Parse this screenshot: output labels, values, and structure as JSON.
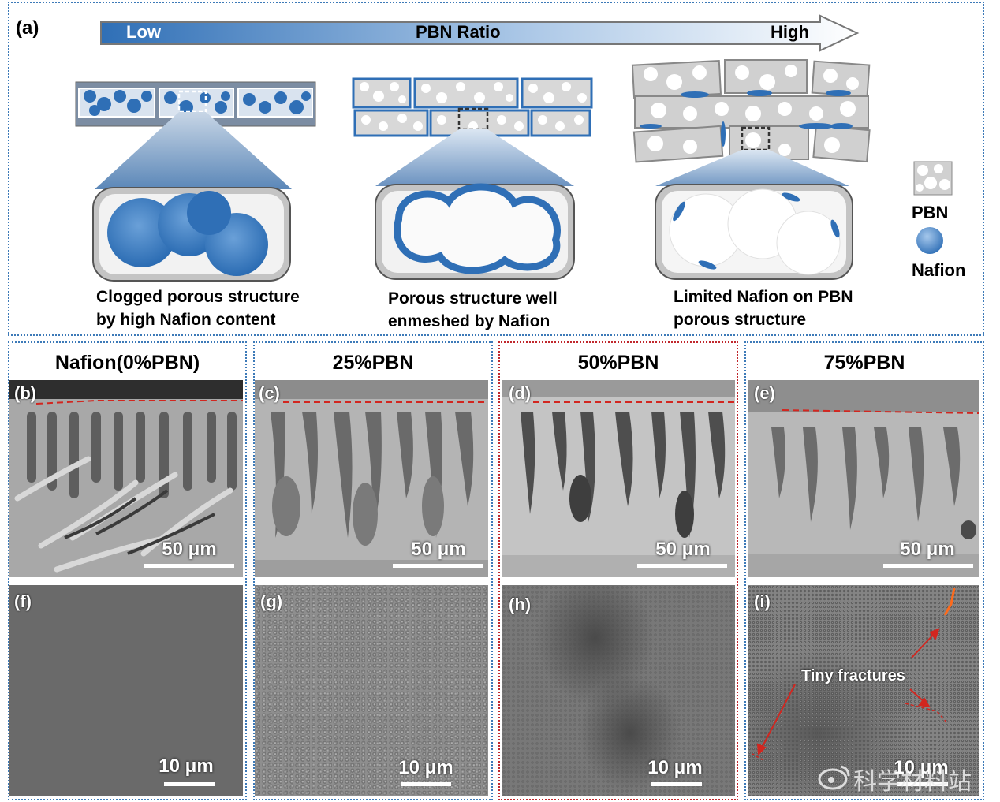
{
  "panel_labels": {
    "a": "(a)",
    "b": "(b)",
    "c": "(c)",
    "d": "(d)",
    "e": "(e)",
    "f": "(f)",
    "g": "(g)",
    "h": "(h)",
    "i": "(i)"
  },
  "ratio_arrow": {
    "low": "Low",
    "middle": "PBN Ratio",
    "high": "High"
  },
  "schematics": [
    {
      "caption_line1": "Clogged porous structure",
      "caption_line2": "by high Nafion content"
    },
    {
      "caption_line1": "Porous structure well",
      "caption_line2": "enmeshed by Nafion"
    },
    {
      "caption_line1": "Limited Nafion on PBN",
      "caption_line2": "porous structure"
    }
  ],
  "legend": {
    "pbn": "PBN",
    "nafion": "Nafion"
  },
  "legend_colors": {
    "nafion": "#2f6fb6",
    "pbn_fill": "#d0d0d0"
  },
  "columns": [
    {
      "title": "Nafion(0%PBN)",
      "cross_section_scale": "50 μm",
      "surface_scale": "10 μm"
    },
    {
      "title": "25%PBN",
      "cross_section_scale": "50 μm",
      "surface_scale": "10 μm"
    },
    {
      "title": "50%PBN",
      "cross_section_scale": "50 μm",
      "surface_scale": "10 μm"
    },
    {
      "title": "75%PBN",
      "cross_section_scale": "50 μm",
      "surface_scale": "10 μm"
    }
  ],
  "annotation": {
    "fracture": "Tiny fractures"
  },
  "watermark": "科学材料站"
}
